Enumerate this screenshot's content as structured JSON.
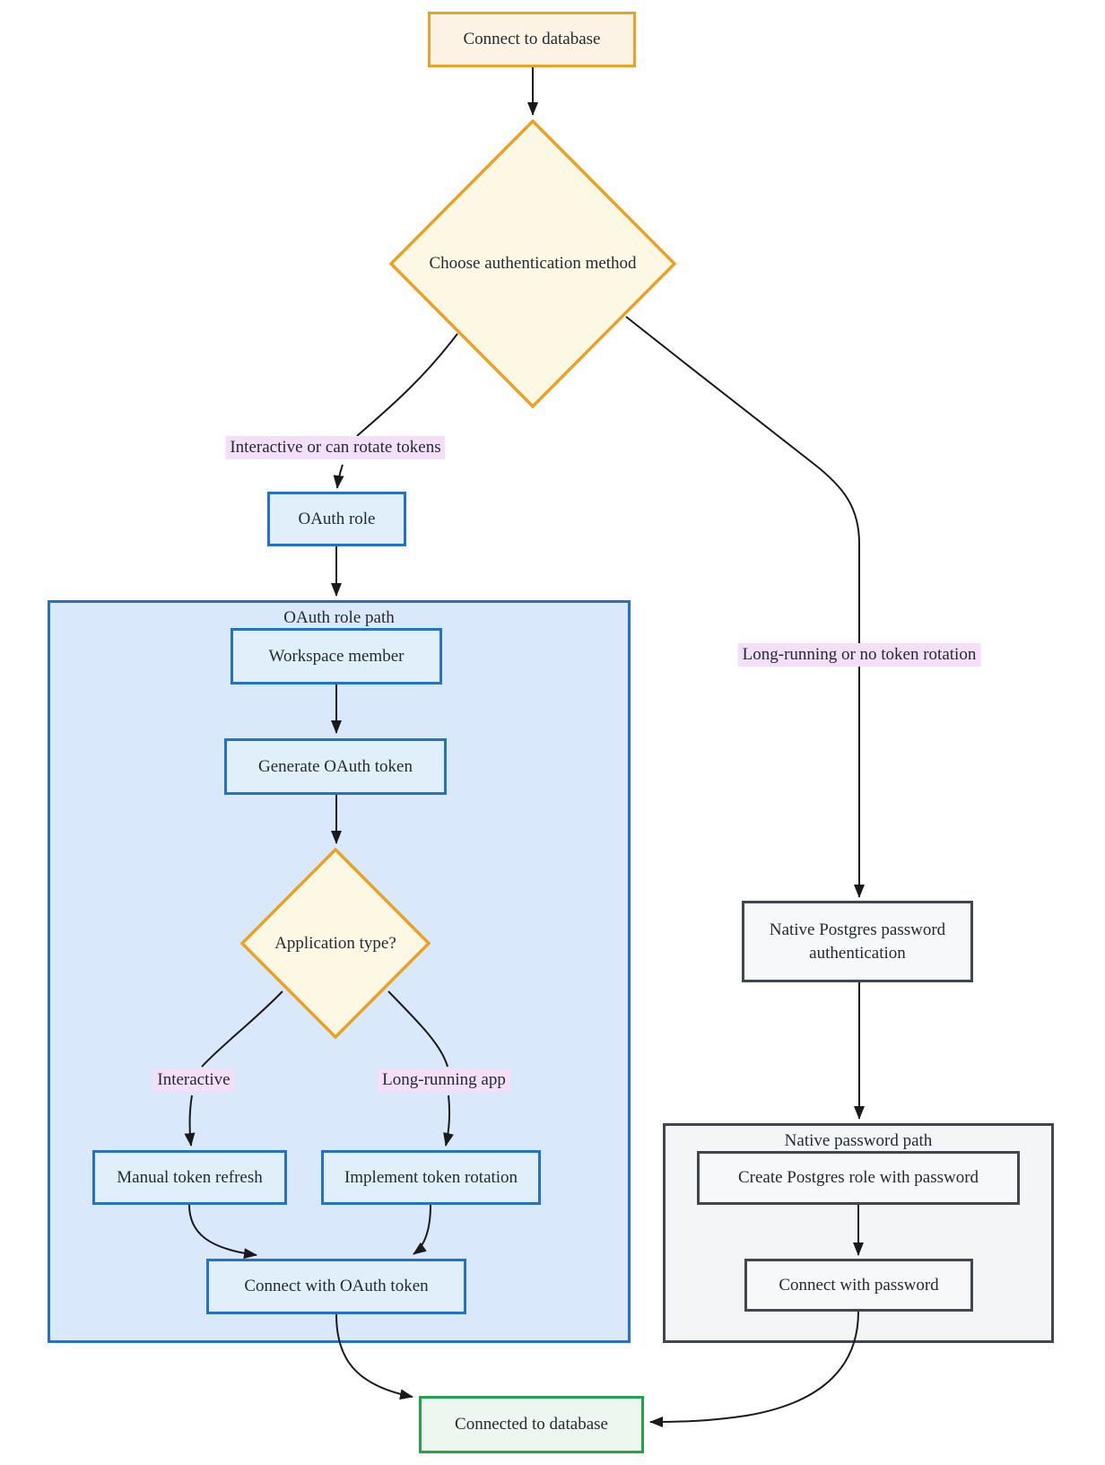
{
  "diagram": {
    "title_hint": "Database connection authentication flowchart",
    "nodes": {
      "start": "Connect to database",
      "choose_auth": "Choose authentication method",
      "oauth_role": "OAuth role",
      "workspace_member": "Workspace member",
      "generate_token": "Generate OAuth token",
      "app_type": "Application type?",
      "manual_refresh": "Manual token refresh",
      "token_rotation": "Implement token rotation",
      "connect_oauth": "Connect with OAuth token",
      "native_auth": "Native Postgres password authentication",
      "create_role": "Create Postgres role with password",
      "connect_password": "Connect with password",
      "end": "Connected to database"
    },
    "subgraphs": {
      "oauth_path_title": "OAuth role path",
      "native_path_title": "Native password path"
    },
    "edge_labels": {
      "interactive_or_rotate": "Interactive or can rotate tokens",
      "long_running_no_rotation": "Long-running or no token rotation",
      "interactive": "Interactive",
      "long_running_app": "Long-running app"
    },
    "colors": {
      "orange_border": "#E9A226",
      "cream_fill": "#FCF3E4",
      "diamond_fill": "#FCF8E4",
      "blue_border": "#2472C8",
      "blue_node_fill": "#E1EFFB",
      "blue_subgraph_fill": "#D9E8FA",
      "pink_label_bg": "#F4DFF8",
      "gray_border": "#40474F",
      "gray_subgraph_fill": "#F4F5F7",
      "gray_node_fill": "#F7F8F9",
      "green_border": "#21A34A",
      "green_fill": "#EBF7EF",
      "edge_color": "#1a1a1a",
      "text_color": "#242a31"
    }
  }
}
